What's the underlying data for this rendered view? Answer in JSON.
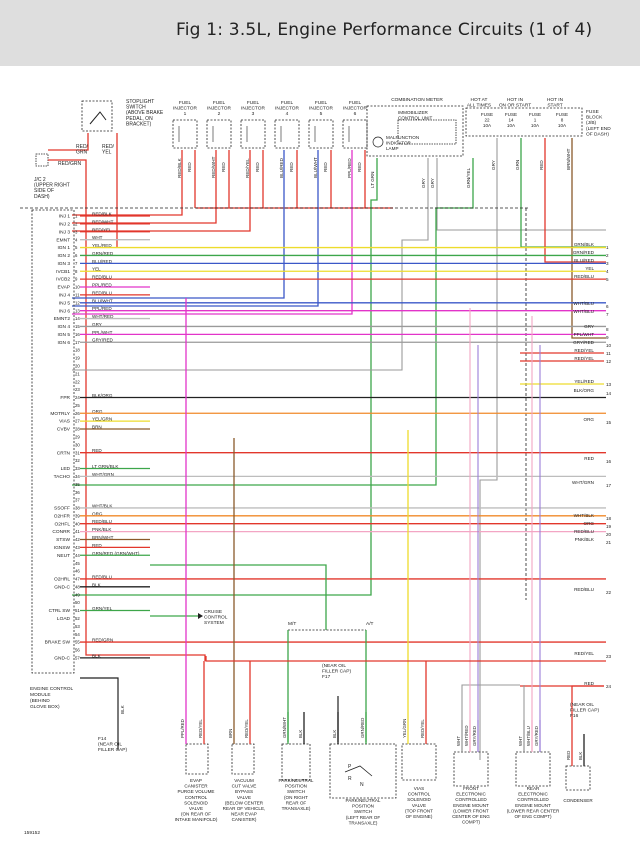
{
  "header": {
    "title": "Fig 1: 3.5L, Engine Performance Circuits (1 of 4)"
  },
  "stoplight": {
    "lines": [
      "STOPLIGHT",
      "SWITCH",
      "(ABOVE BRAKE",
      "PEDAL, ON",
      "BRACKET)"
    ],
    "wire": [
      "RED/",
      "GRN"
    ],
    "wire2": [
      "RED/",
      "YEL"
    ]
  },
  "jc2": {
    "lines": [
      "J/C 2",
      "(UPPER RIGHT",
      "SIDE OF",
      "DASH)"
    ],
    "wire": "RED/GRN"
  },
  "injectors": [
    {
      "lines": [
        "FUEL",
        "INJECTOR",
        "1"
      ],
      "wires": [
        "RED/BLK",
        "RED"
      ]
    },
    {
      "lines": [
        "FUEL",
        "INJECTOR",
        "2"
      ],
      "wires": [
        "RED/WHT",
        "RED"
      ]
    },
    {
      "lines": [
        "FUEL",
        "INJECTOR",
        "3"
      ],
      "wires": [
        "RED/YEL",
        "RED"
      ]
    },
    {
      "lines": [
        "FUEL",
        "INJECTOR",
        "4"
      ],
      "wires": [
        "BLU/RED",
        "RED"
      ]
    },
    {
      "lines": [
        "FUEL",
        "INJECTOR",
        "5"
      ],
      "wires": [
        "BLU/WHT",
        "RED"
      ]
    },
    {
      "lines": [
        "FUEL",
        "INJECTOR",
        "6"
      ],
      "wires": [
        "PPL/RED",
        "RED"
      ]
    }
  ],
  "meter": {
    "title": "COMBINATION METER",
    "lines": [
      "MALFUNCTION",
      "INDICATOR",
      "LAMP"
    ],
    "ecu": [
      "IMMOBILIZER",
      "CONTROL UNIT"
    ],
    "wires": [
      "LT GRN",
      "GRY",
      "GRY",
      "GRN/YEL"
    ]
  },
  "fuses": {
    "hot": [
      [
        "HOT AT",
        "ALL TIMES"
      ],
      [
        "HOT IN",
        "ON OR START"
      ],
      [
        "HOT IN",
        "START"
      ]
    ],
    "items": [
      [
        "FUSE",
        "22",
        "10A"
      ],
      [
        "FUSE",
        "14",
        "10A"
      ],
      [
        "FUSE",
        "1",
        "10A"
      ],
      [
        "FUSE",
        "8",
        "10A"
      ]
    ],
    "block": [
      "FUSE",
      "BLOCK",
      "(J/B)",
      "(LEFT END",
      "OF DASH)"
    ],
    "wires": [
      "GRY",
      "GRN",
      "RED",
      "BRN/WHT"
    ]
  },
  "ecm": {
    "pins": [
      {
        "n": "1",
        "l": "INJ 1",
        "w": "RED/BLK"
      },
      {
        "n": "2",
        "l": "INJ 2",
        "w": "RED/WHT"
      },
      {
        "n": "3",
        "l": "INJ 3",
        "w": "RED/YEL"
      },
      {
        "n": "4",
        "l": "EMNT",
        "w": "WHT"
      },
      {
        "n": "5",
        "l": "IGN 1",
        "w": "YEL/RED"
      },
      {
        "n": "6",
        "l": "IGN 2",
        "w": "GRN/RED"
      },
      {
        "n": "7",
        "l": "IGN 3",
        "w": "BLU/RED"
      },
      {
        "n": "8",
        "l": "IVCB1",
        "w": "YEL"
      },
      {
        "n": "9",
        "l": "IVCB2",
        "w": "RED/BLU"
      },
      {
        "n": "10",
        "l": "EVAP",
        "w": "PPL/RED"
      },
      {
        "n": "11",
        "l": "INJ 4",
        "w": "RED/BLU"
      },
      {
        "n": "12",
        "l": "INJ 5",
        "w": "BLU/WHT"
      },
      {
        "n": "13",
        "l": "INJ 6",
        "w": "PPL/RED"
      },
      {
        "n": "14",
        "l": "EMNT2",
        "w": "WHT/RED"
      },
      {
        "n": "15",
        "l": "IGN 4",
        "w": "GRY"
      },
      {
        "n": "16",
        "l": "IGN 5",
        "w": "PPL/WHT"
      },
      {
        "n": "17",
        "l": "IGN 6",
        "w": "GRY/RED"
      },
      {
        "n": "18",
        "l": "",
        "w": ""
      },
      {
        "n": "19",
        "l": "",
        "w": ""
      },
      {
        "n": "20",
        "l": "",
        "w": ""
      },
      {
        "n": "21",
        "l": "",
        "w": ""
      },
      {
        "n": "22",
        "l": "",
        "w": ""
      },
      {
        "n": "23",
        "l": "",
        "w": ""
      },
      {
        "n": "24",
        "l": "FPR",
        "w": "BLK/ORG"
      },
      {
        "n": "25",
        "l": "",
        "w": ""
      },
      {
        "n": "26",
        "l": "MOTRLY",
        "w": "ORG"
      },
      {
        "n": "27",
        "l": "VIAS",
        "w": "YEL/GRN"
      },
      {
        "n": "28",
        "l": "CVBV",
        "w": "BRN"
      },
      {
        "n": "29",
        "l": "",
        "w": ""
      },
      {
        "n": "30",
        "l": "",
        "w": ""
      },
      {
        "n": "31",
        "l": "CRTN",
        "w": "RED"
      },
      {
        "n": "32",
        "l": "",
        "w": ""
      },
      {
        "n": "33",
        "l": "LED",
        "w": "LT GRN/BLK"
      },
      {
        "n": "34",
        "l": "TACHO",
        "w": "WHT/GRN"
      },
      {
        "n": "35",
        "l": "",
        "w": ""
      },
      {
        "n": "36",
        "l": "",
        "w": ""
      },
      {
        "n": "37",
        "l": "",
        "w": ""
      },
      {
        "n": "38",
        "l": "SSOFF",
        "w": "WHT/BLK"
      },
      {
        "n": "39",
        "l": "O2HFR",
        "w": "ORG"
      },
      {
        "n": "40",
        "l": "O2HFL",
        "w": "RED/BLU"
      },
      {
        "n": "41",
        "l": "CONRR",
        "w": "PNK/BLK"
      },
      {
        "n": "42",
        "l": "STSW",
        "w": "BRN/WHT"
      },
      {
        "n": "43",
        "l": "IGNSW",
        "w": "RED"
      },
      {
        "n": "44",
        "l": "NEUT",
        "w": "GRN/RED (GRN/WHT)"
      },
      {
        "n": "45",
        "l": "",
        "w": ""
      },
      {
        "n": "46",
        "l": "",
        "w": ""
      },
      {
        "n": "47",
        "l": "O2HRL",
        "w": "RED/BLU"
      },
      {
        "n": "48",
        "l": "GND-C",
        "w": "BLK"
      },
      {
        "n": "49",
        "l": "",
        "w": ""
      },
      {
        "n": "50",
        "l": "",
        "w": ""
      },
      {
        "n": "51",
        "l": "CTRL SW",
        "w": "GRN/YEL"
      },
      {
        "n": "52",
        "l": "LOAD",
        "w": ""
      },
      {
        "n": "53",
        "l": "",
        "w": ""
      },
      {
        "n": "54",
        "l": "",
        "w": ""
      },
      {
        "n": "55",
        "l": "BRAKE SW",
        "w": "RED/GRN"
      },
      {
        "n": "56",
        "l": "",
        "w": ""
      },
      {
        "n": "57",
        "l": "GND-C",
        "w": "BLK"
      }
    ],
    "caption": [
      "ENGINE CONTROL",
      "MODULE",
      "(BEHIND",
      "GLOVE BOX)"
    ]
  },
  "right_wires": [
    {
      "w": "GRN/BLK",
      "n": "1"
    },
    {
      "w": "GRN/RED",
      "n": "2"
    },
    {
      "w": "BLU/RED",
      "n": "3"
    },
    {
      "w": "YEL",
      "n": "4"
    },
    {
      "w": "RED/BLU",
      "n": "5"
    },
    {
      "w": "WHT/BLU",
      "n": "6"
    },
    {
      "w": "WHT/BLU",
      "n": "7"
    },
    {
      "w": "GRY",
      "n": "8"
    },
    {
      "w": "PPL/WHT",
      "n": "9"
    },
    {
      "w": "GRY/RED",
      "n": "10"
    },
    {
      "w": "RED/YEL",
      "n": "11"
    },
    {
      "w": "RED/YEL",
      "n": "12"
    },
    {
      "w": "YEL/RED",
      "n": "13"
    },
    {
      "w": "BLK/ORG",
      "n": "14"
    },
    {
      "w": "ORG",
      "n": "15"
    },
    {
      "w": "RED",
      "n": "16"
    },
    {
      "w": "WHT/GRN",
      "n": "17"
    },
    {
      "w": "WHT/BLK",
      "n": "18"
    },
    {
      "w": "ORG",
      "n": "19"
    },
    {
      "w": "RED/BLU",
      "n": "20"
    },
    {
      "w": "PNK/BLK",
      "n": "21"
    },
    {
      "w": "RED/BLU",
      "n": "22"
    },
    {
      "w": "RED/YEL",
      "n": "23"
    },
    {
      "w": "RED",
      "n": "24"
    }
  ],
  "cruise": [
    "CRUISE",
    "CONTROL",
    "SYSTEM"
  ],
  "mt": "M/T",
  "at": "A/T",
  "f14": [
    "F14",
    "(NEAR OIL",
    "FILLER CAP)"
  ],
  "f17": [
    "(NEAR OIL",
    "FILLER CAP)",
    "F17"
  ],
  "f16": [
    "(NEAR OIL",
    "FILLER CAP)",
    "F16"
  ],
  "blk": "BLK",
  "components": [
    {
      "lines": [
        "EVAP",
        "CANISTER",
        "PURGE VOLUME",
        "CONTROL",
        "SOLENOID",
        "VALVE",
        "(ON REAR OF",
        "INTAKE MANIFOLD)"
      ],
      "wires": [
        "PPL/RED",
        "RED/YEL"
      ]
    },
    {
      "lines": [
        "VACUUM",
        "CUT VALVE",
        "BYPASS",
        "VALVE",
        "(BELOW CENTER",
        "REAR OF VEHICLE,",
        "NEAR EVAP",
        "CANISTER)"
      ],
      "wires": [
        "BRN",
        "RED/YEL"
      ]
    },
    {
      "lines": [
        "PARK/NEUTRAL",
        "POSITION",
        "SWITCH",
        "(ON RIGHT",
        "REAR OF",
        "TRANSAXLE)"
      ],
      "wires": [
        "GRN/WHT",
        "BLK"
      ]
    },
    {
      "lines": [
        "PARK/NEUTRAL",
        "POSITION",
        "SWITCH",
        "(LEFT REAR OF",
        "TRANSAXLE)"
      ],
      "wires": [
        "BLK",
        "GRN/RED"
      ]
    },
    {
      "lines": [
        "VIAS",
        "CONTROL",
        "SOLENOID",
        "VALVE",
        "(TOP FRONT",
        "OF ENGINE)"
      ],
      "wires": [
        "YEL/GRN",
        "RED/YEL"
      ]
    },
    {
      "lines": [
        "FRONT",
        "ELECTRONIC",
        "CONTROLLED",
        "ENGINE MOUNT",
        "(LOWER FRONT",
        "CENTER OF ENG",
        "COMPT)"
      ],
      "wires": [
        "WHT",
        "WHT/RED",
        "GRY/RED"
      ]
    },
    {
      "lines": [
        "REAR",
        "ELECTRONIC",
        "CONTROLLED",
        "ENGINE MOUNT",
        "(LOWER REAR CENTER",
        "OF ENG COMPT)"
      ],
      "wires": [
        "WHT",
        "WHT/BLU",
        "GRY/RED"
      ]
    },
    {
      "lines": [
        "CONDENSER"
      ],
      "wires": [
        "RED",
        "BLK"
      ]
    }
  ],
  "fig_id": "159152",
  "colors": {
    "red": "#e2372c",
    "yellow": "#eddc2d",
    "green": "#3da64a",
    "blue": "#3b58c8",
    "magenta": "#e234c9",
    "purple": "#9b7fd8",
    "gray": "#9a9a9a",
    "brown": "#8a5a2b",
    "orange": "#f08a2a",
    "pink": "#f3a6c4",
    "black": "#222222"
  }
}
